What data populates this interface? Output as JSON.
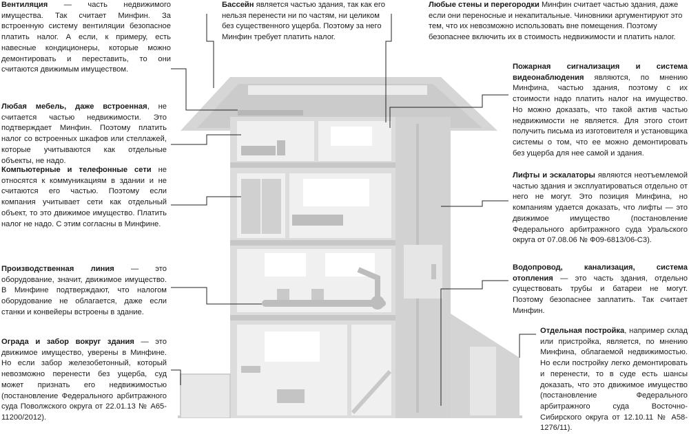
{
  "annotations": {
    "ventilation": {
      "title": "Вентиляция",
      "text": " — часть недвижимого имущества. Так считает Минфин. За встроенную систему вентиляции безопасное платить налог. А если, к примеру, есть навесные кондиционеры, которые можно демонтировать и переставить, то они считаются движимым имуществом."
    },
    "furniture": {
      "title": "Любая мебель, даже встроенная",
      "text": ", не считается частью недвижимости. Это подтверждает Минфин. Поэтому платить налог со встроенных шкафов или стеллажей, которые учитываются как отдельные объекты, не надо."
    },
    "networks": {
      "title": "Компьютерные и телефонные сети",
      "text": " не относятся к коммуникациям в здании и не считаются его частью. Поэтому если компания учитывает сети как отдельный объект, то это движимое имущество. Платить налог не надо. С этим согласны в Минфине."
    },
    "production": {
      "title": "Производственная линия",
      "text": " — это оборудование, значит, движимое имущество. В Минфине подтверждают, что налогом оборудование не облагается, даже если станки и конвейеры встроены в здание."
    },
    "fence": {
      "title": "Ограда и забор вокруг здания",
      "text": " — это движимое имущество, уверены в Минфине. Но если забор железобетонный, который невозможно перенести без ущерба, суд может признать его недвижимостью (постановление Федерального арбитражного суда Поволжского округа от 22.01.13 № А65-11200/2012)."
    },
    "pool": {
      "title": "Бассейн",
      "text": " является частью здания, так как его нельзя перенести ни по частям, ни целиком без существенного ущерба. Поэтому за него Минфин требует платить налог."
    },
    "walls": {
      "title": "Любые стены и перегородки",
      "text": " Минфин считает частью здания, даже если они переносные и некапитальные. Чиновники аргументируют это тем, что их невозможно использовать вне помещения. Поэтому безопаснее включить их в стоимость недвижимости и платить налог."
    },
    "alarm": {
      "title": "Пожарная сигнализация и система видеонаблюдения",
      "text": " являются, по мнению Минфина, частью здания, поэтому с их стоимости надо платить налог на имущество. Но можно доказать, что такой актив частью недвижимости не является. Для этого стоит получить письма из изготовителя и установщика системы о том, что ее можно демонтировать без ущерба для нее самой и здания."
    },
    "lifts": {
      "title": "Лифты и эскалаторы",
      "text": " являются неотъемлемой частью здания и эксплуатироваться отдельно от него не могут. Это позиция Минфина, но компаниям удается доказать, что лифты — это движимое имущество (постановление Федерального арбитражного суда Уральского округа от 07.08.06 № Ф09-6813/06-С3)."
    },
    "plumbing": {
      "title": "Водопровод, канализация, система отопления",
      "text": " — это часть здания, отдельно существовать трубы и батареи не могут. Поэтому безопаснее заплатить. Так считает Минфин."
    },
    "outbuilding": {
      "title": "Отдельная постройка",
      "text": ", например склад или пристройка, является, по мнению Минфина, облагаемой недвижимостью. Но если постройку легко демонтировать и перенести, то в суде есть шансы доказать, что это движимое имущество (постановление Федерального арбитражного суда Восточно-Сибирского округа от 12.10.11 № А58-1276/11)."
    }
  },
  "colors": {
    "building": "#dcdcdc",
    "roof": "#d4d4d4",
    "interior": "#f2f2f2",
    "furniture": "#bdbdbd",
    "leader": "#222222",
    "text": "#1b1b1b"
  }
}
